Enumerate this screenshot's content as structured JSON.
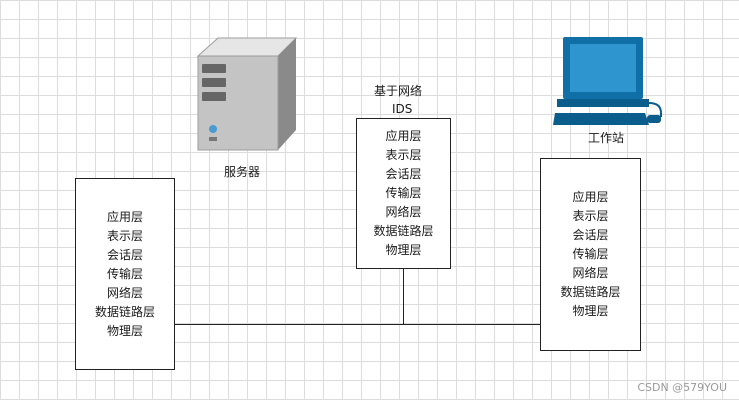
{
  "server": {
    "icon": "server-icon",
    "label": "服务器",
    "layers": [
      "应用层",
      "表示层",
      "会话层",
      "传输层",
      "网络层",
      "数据链路层",
      "物理层"
    ]
  },
  "ids": {
    "label_line1": "基于网络",
    "label_line2": "IDS",
    "layers": [
      "应用层",
      "表示层",
      "会话层",
      "传输层",
      "网络层",
      "数据链路层",
      "物理层"
    ]
  },
  "workstation": {
    "icon": "workstation-icon",
    "label": "工作站",
    "layers": [
      "应用层",
      "表示层",
      "会话层",
      "传输层",
      "网络层",
      "数据链路层",
      "物理层"
    ]
  },
  "watermark": "CSDN @579YOU",
  "colors": {
    "monitor": "#0f6fa6",
    "server_body": "#bdbdbd",
    "line": "#222222"
  }
}
